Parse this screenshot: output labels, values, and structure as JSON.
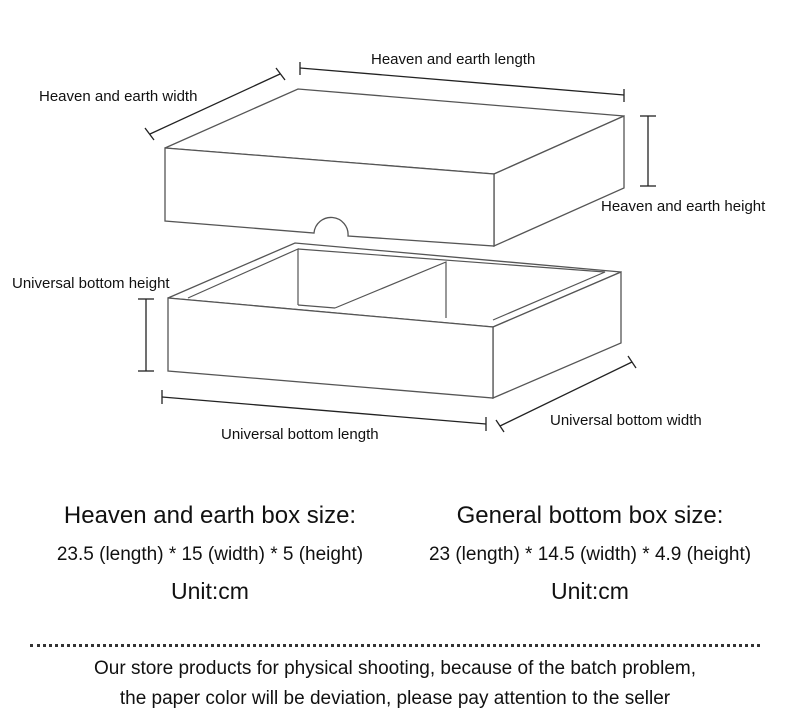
{
  "diagram": {
    "lid_length_label": "Heaven and earth length",
    "lid_width_label": "Heaven and earth width",
    "lid_height_label": "Heaven and earth height",
    "bottom_height_label": "Universal bottom height",
    "bottom_length_label": "Universal bottom length",
    "bottom_width_label": "Universal bottom width"
  },
  "specs": {
    "lid": {
      "title": "Heaven and earth box size:",
      "dimensions": "23.5 (length) * 15 (width) * 5 (height)",
      "unit": "Unit:cm"
    },
    "bottom": {
      "title": "General bottom box size:",
      "dimensions": "23 (length) * 14.5 (width) * 4.9 (height)",
      "unit": "Unit:cm"
    }
  },
  "note": {
    "line1": "Our store products for physical shooting, because of the batch problem,",
    "line2": "the paper color will be deviation, please pay attention to the seller"
  }
}
